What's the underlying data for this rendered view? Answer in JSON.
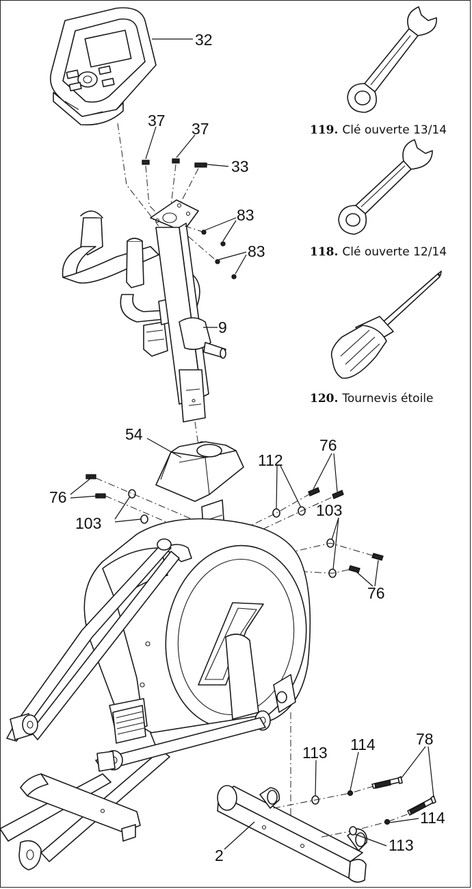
{
  "callouts": {
    "c32": "32",
    "c37a": "37",
    "c37b": "37",
    "c33": "33",
    "c83a": "83",
    "c83b": "83",
    "c9": "9",
    "c54": "54",
    "c112": "112",
    "c76a": "76",
    "c76b": "76",
    "c76c": "76",
    "c103a": "103",
    "c103b": "103",
    "c113a": "113",
    "c114a": "114",
    "c78": "78",
    "c114b": "114",
    "c113b": "113",
    "c2": "2"
  },
  "tools": [
    {
      "number": "119.",
      "name": "Clé ouverte 13/14",
      "icon": "open-end-wrench-icon"
    },
    {
      "number": "118.",
      "name": "Clé ouverte 12/14",
      "icon": "open-end-wrench-icon"
    },
    {
      "number": "120.",
      "name": "Tournevis étoile",
      "icon": "phillips-screwdriver-icon"
    }
  ],
  "colors": {
    "line": "#1a1a1a",
    "background": "#ffffff"
  }
}
